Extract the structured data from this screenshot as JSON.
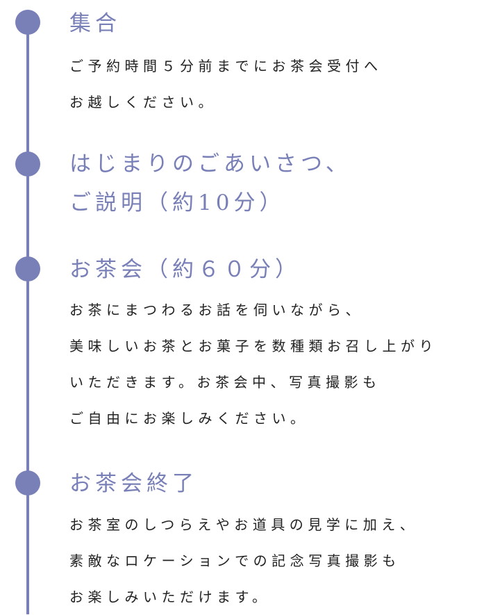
{
  "accent_color": "#7980b7",
  "steps": [
    {
      "title_lines": [
        "集合"
      ],
      "body_lines": [
        "ご予約時間５分前までにお茶会受付へ",
        "お越しください。"
      ]
    },
    {
      "title_lines": [
        "はじまりのごあいさつ、",
        "ご説明（約10分）"
      ],
      "body_lines": []
    },
    {
      "title_lines": [
        "お茶会（約６０分）"
      ],
      "body_lines": [
        "お茶にまつわるお話を伺いながら、",
        "美味しいお茶とお菓子を数種類お召し上がり",
        "いただきます。お茶会中、写真撮影も",
        "ご自由にお楽しみください。"
      ]
    },
    {
      "title_lines": [
        "お茶会終了"
      ],
      "body_lines": [
        "お茶室のしつらえやお道具の見学に加え、",
        "素敵なロケーションでの記念写真撮影も",
        "お楽しみいただけます。"
      ]
    }
  ]
}
